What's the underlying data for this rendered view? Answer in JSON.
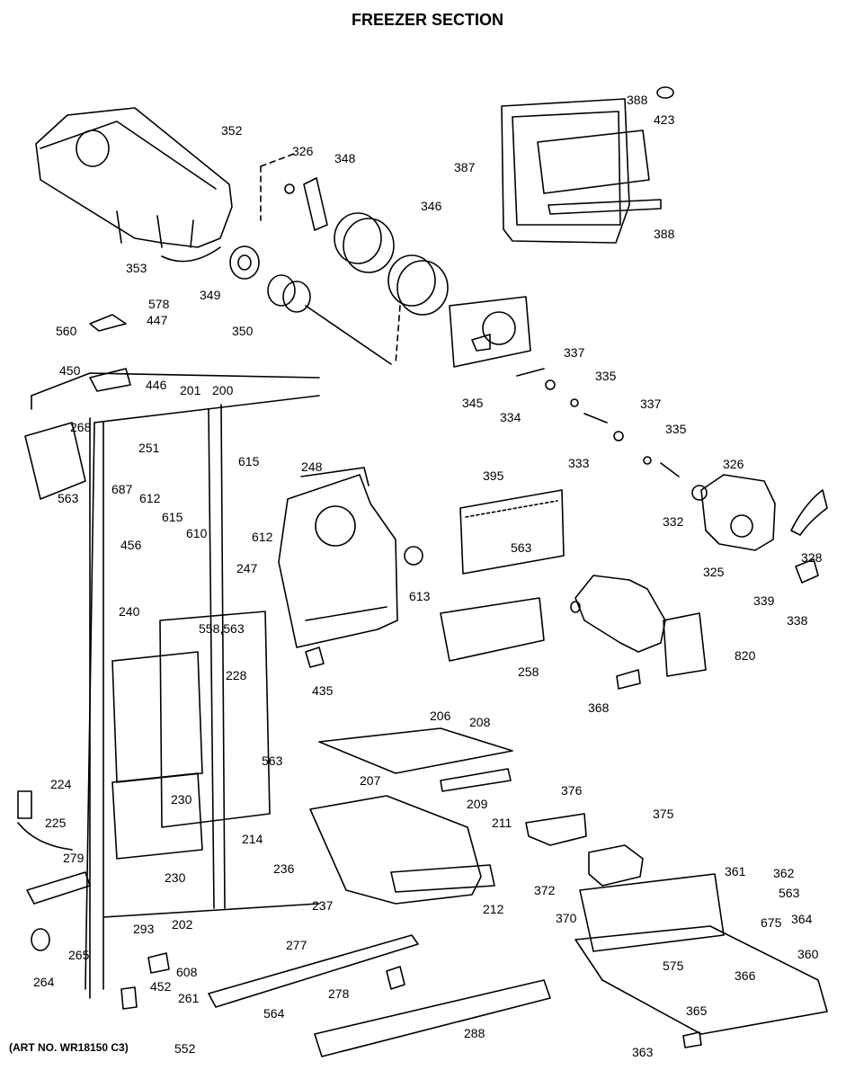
{
  "title": "FREEZER SECTION",
  "art_number": "(ART NO. WR18150 C3)",
  "callouts": [
    "352",
    "326",
    "348",
    "346",
    "388",
    "423",
    "387",
    "388b",
    "353",
    "349",
    "350",
    "578",
    "447",
    "560",
    "450",
    "446",
    "345",
    "337a",
    "334",
    "335a",
    "337b",
    "333",
    "335b",
    "326b",
    "332",
    "328",
    "325",
    "339",
    "338",
    "201",
    "200",
    "268",
    "251",
    "563a",
    "687",
    "612a",
    "615a",
    "615b",
    "610",
    "612b",
    "248",
    "395",
    "563b",
    "247",
    "613",
    "456",
    "240",
    "558_563",
    "228",
    "563c",
    "258",
    "820",
    "368",
    "435",
    "206",
    "208",
    "224",
    "207",
    "209",
    "230a",
    "225",
    "211",
    "376",
    "375",
    "230b",
    "214",
    "236",
    "279",
    "237",
    "212",
    "372",
    "361",
    "362",
    "563d",
    "370",
    "675",
    "364",
    "202",
    "293",
    "277",
    "265",
    "264",
    "608",
    "452",
    "261",
    "278",
    "575",
    "366",
    "360",
    "564",
    "365",
    "288",
    "552",
    "363"
  ],
  "labels": {
    "352": "352",
    "326": "326",
    "348": "348",
    "346": "346",
    "388": "388",
    "423": "423",
    "387": "387",
    "388b": "388",
    "353": "353",
    "349": "349",
    "350": "350",
    "578": "578",
    "447": "447",
    "560": "560",
    "450": "450",
    "446": "446",
    "345": "345",
    "337a": "337",
    "334": "334",
    "335a": "335",
    "337b": "337",
    "333": "333",
    "335b": "335",
    "326b": "326",
    "332": "332",
    "328": "328",
    "325": "325",
    "339": "339",
    "338": "338",
    "201": "201",
    "200": "200",
    "268": "268",
    "251": "251",
    "563a": "563",
    "687": "687",
    "612a": "612",
    "615a": "615",
    "615b": "615",
    "610": "610",
    "612b": "612",
    "248": "248",
    "395": "395",
    "563b": "563",
    "247": "247",
    "613": "613",
    "456": "456",
    "240": "240",
    "558_563": "558,563",
    "228": "228",
    "563c": "563",
    "258": "258",
    "820": "820",
    "368": "368",
    "435": "435",
    "206": "206",
    "208": "208",
    "224": "224",
    "207": "207",
    "209": "209",
    "230a": "230",
    "225": "225",
    "211": "211",
    "376": "376",
    "375": "375",
    "230b": "230",
    "214": "214",
    "236": "236",
    "279": "279",
    "237": "237",
    "212": "212",
    "372": "372",
    "361": "361",
    "362": "362",
    "563d": "563",
    "370": "370",
    "675": "675",
    "364": "364",
    "202": "202",
    "293": "293",
    "277": "277",
    "265": "265",
    "264": "264",
    "608": "608",
    "452": "452",
    "261": "261",
    "278": "278",
    "575": "575",
    "366": "366",
    "360": "360",
    "564": "564",
    "365": "365",
    "288": "288",
    "552": "552",
    "363": "363"
  }
}
